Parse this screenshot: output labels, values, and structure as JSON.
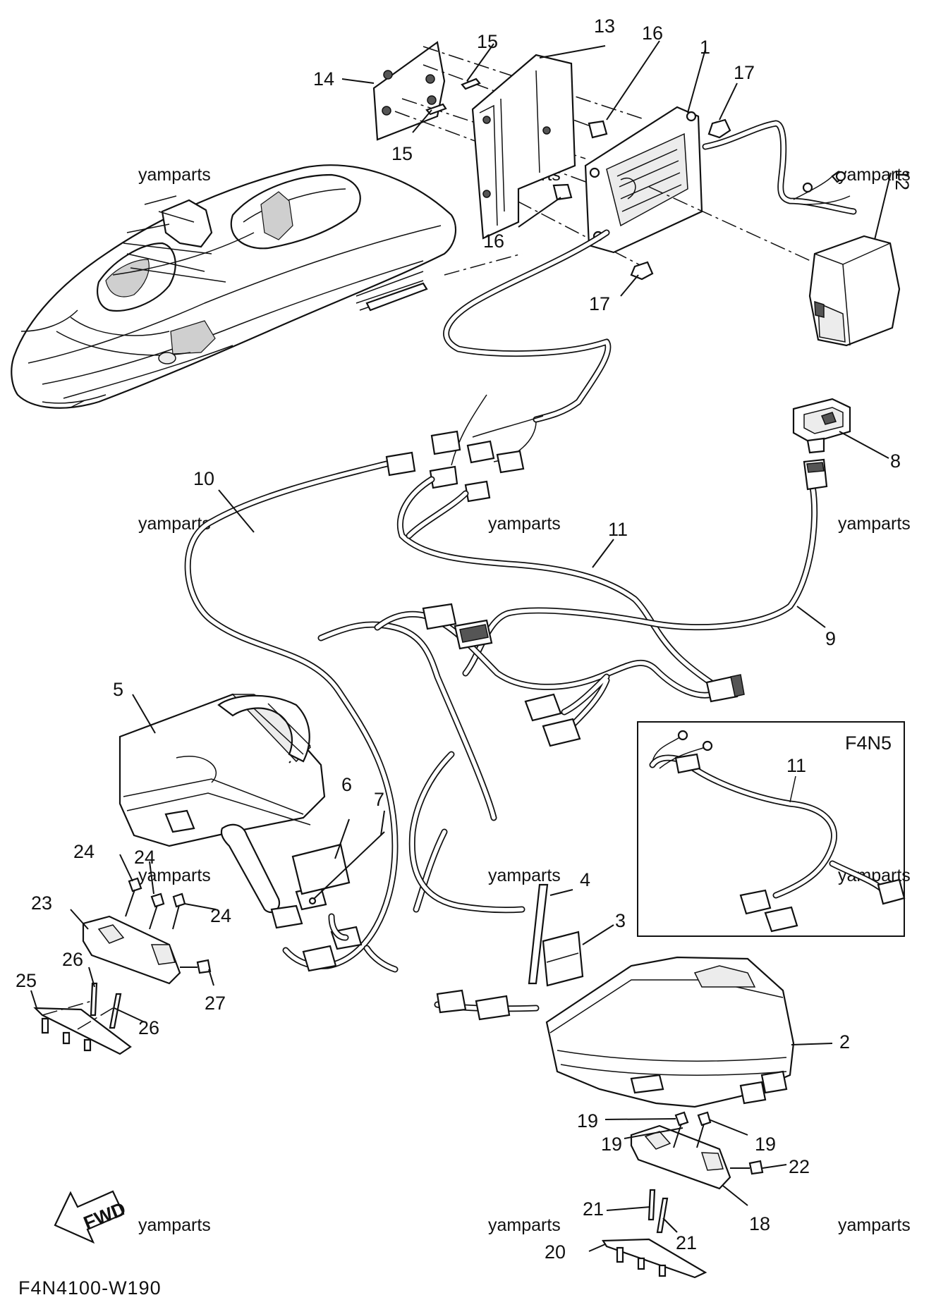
{
  "diagram_code": "F4N4100-W190",
  "watermark": "yamparts",
  "inset": {
    "title": "F4N5",
    "callout": "11"
  },
  "fwd_label": "FWD",
  "callouts": {
    "c1": "1",
    "c2": "2",
    "c3": "3",
    "c4": "4",
    "c5": "5",
    "c6": "6",
    "c7": "7",
    "c8": "8",
    "c9": "9",
    "c10": "10",
    "c11": "11",
    "c12": "12",
    "c13": "13",
    "c14": "14",
    "c15": "15",
    "c16": "16",
    "c17": "17",
    "c18": "18",
    "c19": "19",
    "c20": "20",
    "c21": "21",
    "c22": "22",
    "c23": "23",
    "c24": "24",
    "c25": "25",
    "c26": "26",
    "c27": "27"
  }
}
